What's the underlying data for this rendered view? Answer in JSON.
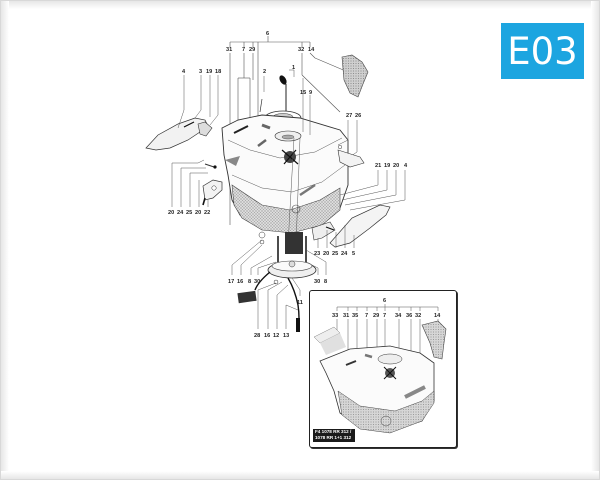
{
  "badge": {
    "label": "E03",
    "color": "#1ca5e0"
  },
  "main_diagram": {
    "top_group_label": "6",
    "top_labels": [
      "31",
      "7",
      "29",
      "32",
      "14"
    ],
    "callouts": [
      {
        "id": "4a",
        "text": "4"
      },
      {
        "id": "3",
        "text": "3"
      },
      {
        "id": "19a",
        "text": "19"
      },
      {
        "id": "18",
        "text": "18"
      },
      {
        "id": "2",
        "text": "2"
      },
      {
        "id": "1",
        "text": "1"
      },
      {
        "id": "15",
        "text": "15"
      },
      {
        "id": "9",
        "text": "9"
      },
      {
        "id": "27",
        "text": "27"
      },
      {
        "id": "26",
        "text": "26"
      },
      {
        "id": "21",
        "text": "21"
      },
      {
        "id": "19b",
        "text": "19"
      },
      {
        "id": "20a",
        "text": "20"
      },
      {
        "id": "4b",
        "text": "4"
      },
      {
        "id": "20b",
        "text": "20"
      },
      {
        "id": "24a",
        "text": "24"
      },
      {
        "id": "25a",
        "text": "25"
      },
      {
        "id": "20c",
        "text": "20"
      },
      {
        "id": "22",
        "text": "22"
      },
      {
        "id": "23",
        "text": "23"
      },
      {
        "id": "20d",
        "text": "20"
      },
      {
        "id": "25b",
        "text": "25"
      },
      {
        "id": "24b",
        "text": "24"
      },
      {
        "id": "5",
        "text": "5"
      },
      {
        "id": "17",
        "text": "17"
      },
      {
        "id": "16a",
        "text": "16"
      },
      {
        "id": "8a",
        "text": "8"
      },
      {
        "id": "30a",
        "text": "30"
      },
      {
        "id": "30b",
        "text": "30"
      },
      {
        "id": "8b",
        "text": "8"
      },
      {
        "id": "11",
        "text": "11"
      },
      {
        "id": "28",
        "text": "28"
      },
      {
        "id": "16b",
        "text": "16"
      },
      {
        "id": "12",
        "text": "12"
      },
      {
        "id": "13",
        "text": "13"
      }
    ]
  },
  "inset_diagram": {
    "top_group_label": "6",
    "top_labels": [
      "33",
      "31",
      "35",
      "7",
      "29",
      "7",
      "34",
      "36",
      "32",
      "14"
    ],
    "model_code_line1": "F4 1078 RR 312 /",
    "model_code_line2": "1078 RR 1+1 312"
  }
}
